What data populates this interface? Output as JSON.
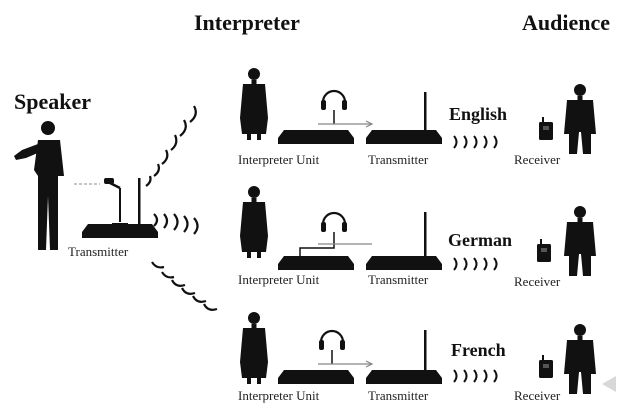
{
  "headings": {
    "speaker": "Speaker",
    "interpreter": "Interpreter",
    "audience": "Audience"
  },
  "labels": {
    "speaker_transmitter": "Transmitter",
    "interpreter_unit": "Interpreter Unit",
    "transmitter": "Transmitter",
    "receiver": "Receiver"
  },
  "channels": [
    {
      "language": "English"
    },
    {
      "language": "German"
    },
    {
      "language": "French"
    }
  ],
  "colors": {
    "ink": "#111111",
    "line": "#888888",
    "background": "#ffffff"
  }
}
